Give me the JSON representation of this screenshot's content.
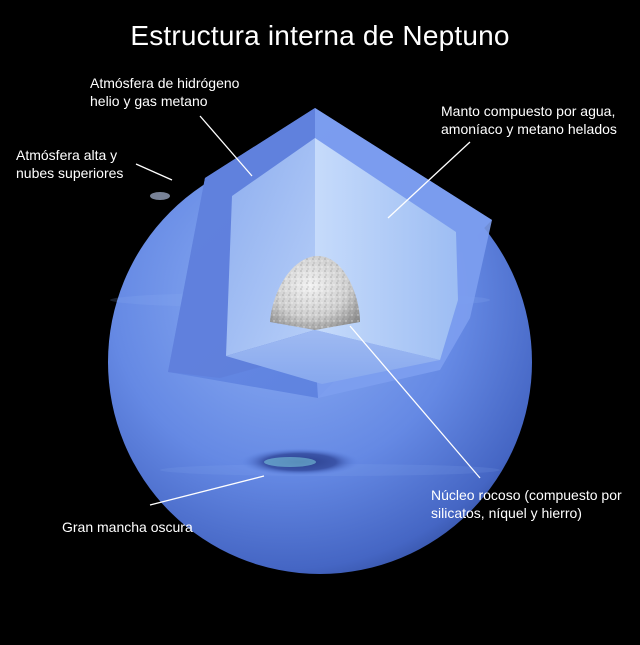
{
  "title": "Estructura interna de Neptuno",
  "labels": {
    "hydrogen_atmosphere": [
      "Atmósfera de hidrógeno",
      "helio y gas metano"
    ],
    "upper_atmosphere": [
      "Atmósfera alta y",
      "nubes superiores"
    ],
    "mantle": [
      "Manto compuesto por agua,",
      "amoníaco y metano helados"
    ],
    "core": [
      "Núcleo rocoso (compuesto por",
      "silicatos, níquel y hierro)"
    ],
    "dark_spot": [
      "Gran mancha oscura"
    ]
  },
  "colors": {
    "background": "#000000",
    "planet_surface": "#5f86e6",
    "atmosphere_layer": "#6e8fe8",
    "mantle": "#a9c6f6",
    "core": "#d9d9d9",
    "leader_line": "#ffffff"
  }
}
